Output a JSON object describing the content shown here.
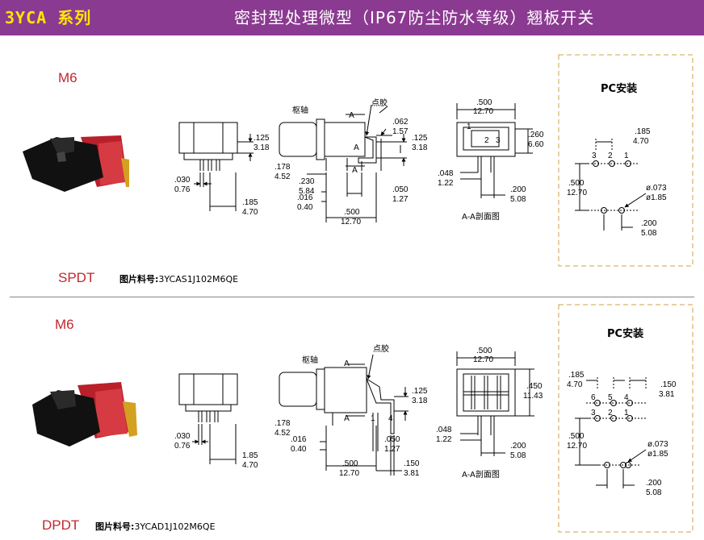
{
  "header": {
    "series": "3YCA 系列",
    "title": "密封型处理微型（IP67防尘防水等级）翘板开关"
  },
  "sections": [
    {
      "series_code": "M6",
      "pole_type": "SPDT",
      "part_label": "图片料号:",
      "part_number": "3YCAS1J102M6QE",
      "labels": {
        "pivot": "枢轴",
        "dot": "点胶",
        "section": "A-A剖面图",
        "pc_mount": "PC安装",
        "a_top": "A",
        "a_mid": "A",
        "a_bot": "A"
      },
      "pins": {
        "p1": "1",
        "p2": "2",
        "p3": "3",
        "p4": "3",
        "p5": "2",
        "p6": "1"
      },
      "dims": {
        "d125": ".125",
        "d125m": "3.18",
        "d030": ".030",
        "d030m": "0.76",
        "d185": ".185",
        "d185m": "4.70",
        "d178": ".178",
        "d178m": "4.52",
        "d230": ".230",
        "d230m": "5.84",
        "d016": ".016",
        "d016m": "0.40",
        "d062": ".062",
        "d062m": "1.57",
        "d125b": ".125",
        "d125bm": "3.18",
        "d050": ".050",
        "d050m": "1.27",
        "d500": ".500",
        "d500m": "12.70",
        "d500t": ".500",
        "d500tm": "12.70",
        "d260": ".260",
        "d260m": "6.60",
        "d048": ".048",
        "d048m": "1.22",
        "d200": ".200",
        "d200m": "5.08",
        "pc185": ".185",
        "pc185m": "4.70",
        "pc500": ".500",
        "pc500m": "12.70",
        "pc073": "ø.073",
        "pc073m": "ø1.85",
        "pc200": ".200",
        "pc200m": "5.08"
      }
    },
    {
      "series_code": "M6",
      "pole_type": "DPDT",
      "part_label": "图片料号:",
      "part_number": "3YCAD1J102M6QE",
      "labels": {
        "pivot": "枢轴",
        "dot": "点胶",
        "section": "A-A剖面图",
        "pc_mount": "PC安装",
        "a_top": "A",
        "a_bot": "A"
      },
      "pins": {
        "s1": "1",
        "s4": "4",
        "p6": "6",
        "p5": "5",
        "p4": "4",
        "p3": "3",
        "p2": "2",
        "p1": "1"
      },
      "dims": {
        "d030": ".030",
        "d030m": "0.76",
        "d185": "1.85",
        "d185m": "4.70",
        "d178": ".178",
        "d178m": "4.52",
        "d016": ".016",
        "d016m": "0.40",
        "d125": ".125",
        "d125m": "3.18",
        "d050": ".050",
        "d050m": "1.27",
        "d500": ".500",
        "d500m": "12.70",
        "d150": ".150",
        "d150m": "3.81",
        "d500t": ".500",
        "d500tm": "12.70",
        "d450": ".450",
        "d450m": "11.43",
        "d048": ".048",
        "d048m": "1.22",
        "d200": ".200",
        "d200m": "5.08",
        "pc185": ".185",
        "pc185m": "4.70",
        "pc150": ".150",
        "pc150m": "3.81",
        "pc500": ".500",
        "pc500m": "12.70",
        "pc073": "ø.073",
        "pc073m": "ø1.85",
        "pc200": ".200",
        "pc200m": "5.08"
      }
    }
  ]
}
